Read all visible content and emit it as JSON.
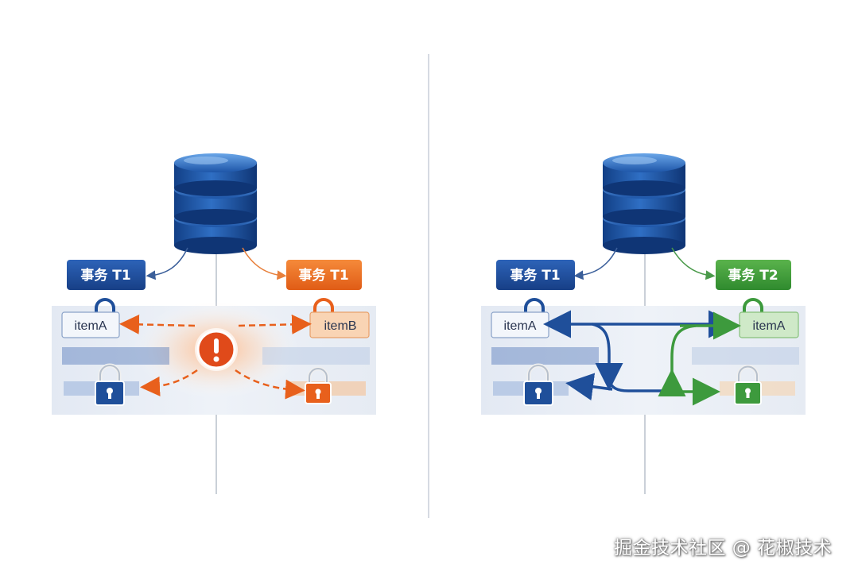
{
  "left_panel": {
    "txn_left_label": "事务 T1",
    "txn_right_label": "事务 T1",
    "item_left_label": "itemA",
    "item_right_label": "itemB",
    "alert_icon": "exclamation-icon"
  },
  "right_panel": {
    "txn_left_label": "事务 T1",
    "txn_right_label": "事务 T2",
    "item_left_label": "itemA",
    "item_right_label": "itemA"
  },
  "watermark": "掘金技术社区 @ 花椒技术",
  "colors": {
    "blue": "#1f4f9a",
    "orange": "#e8601c",
    "green": "#3d9a3d",
    "red_alert": "#e04a1a"
  }
}
